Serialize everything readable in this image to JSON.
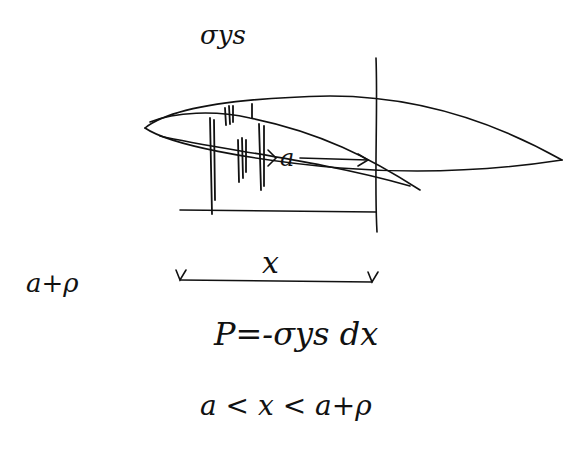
{
  "diagram": {
    "labels": [
      "σys",
      "a",
      "x",
      "a+ρ",
      "P=-σys dx",
      "a < x < a+ρ"
    ]
  }
}
